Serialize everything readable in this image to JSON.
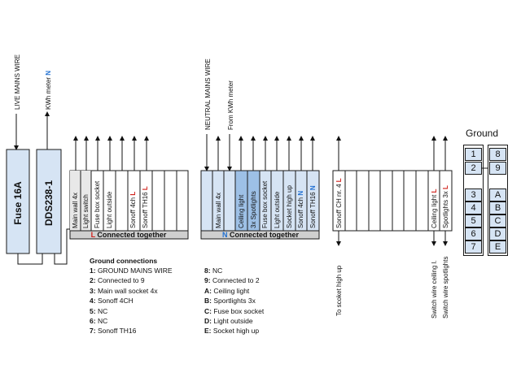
{
  "labels": {
    "live_mains": "LIVE MAINS WIRE",
    "kwh_meter": "KWh meter",
    "kwh_meter_n": "N",
    "neutral_mains": "NEUTRAL MAINS WIRE",
    "from_kwh": "From KWh meter",
    "fuse": "Fuse 16A",
    "dds": "DDS238-1"
  },
  "block1": {
    "terminals": [
      {
        "text": "Main wall 4x"
      },
      {
        "text": "Light switch"
      },
      {
        "text": "Fuse box socket"
      },
      {
        "text": "Light outside"
      },
      {
        "text": "Sonoff 4ch",
        "mark": "L"
      },
      {
        "text": "Sonoff TH16",
        "mark": "L"
      }
    ],
    "footer_mark": "L",
    "footer_text": "Connected together"
  },
  "block2": {
    "terminals": [
      {
        "text": "Main wall 4x"
      },
      {
        "text": ""
      },
      {
        "text": "Ceiling light"
      },
      {
        "text": "3x Spotlights"
      },
      {
        "text": "Fuse box socket"
      },
      {
        "text": "Light outside"
      },
      {
        "text": "Socket high up"
      },
      {
        "text": "Sonoff 4ch",
        "mark": "N"
      },
      {
        "text": "Sonoff TH16",
        "mark": "N"
      }
    ],
    "footer_mark": "N",
    "footer_text": "Connected together"
  },
  "block3": {
    "top_label": "Sonoff CH nr. 4",
    "top_mark": "L",
    "ceiling_label": "Ceiling light",
    "ceiling_mark": "L",
    "spot_label": "Spotlights 3x",
    "spot_mark": "L",
    "bottom_left": "To scoket high up",
    "bottom_mid": "Switch wire ceiling l.",
    "bottom_right": "Switch wire spotlights"
  },
  "ground_connections": {
    "title": "Ground connections",
    "left": [
      {
        "key": "1",
        "text": "GROUND MAINS WIRE"
      },
      {
        "key": "2",
        "text": "Connected to 9"
      },
      {
        "key": "3",
        "text": "Main wall socket 4x"
      },
      {
        "key": "4",
        "text": "Sonoff 4CH"
      },
      {
        "key": "5",
        "text": "NC"
      },
      {
        "key": "6",
        "text": "NC"
      },
      {
        "key": "7",
        "text": "Sonoff TH16"
      }
    ],
    "right": [
      {
        "key": "8",
        "text": "NC"
      },
      {
        "key": "9",
        "text": "Connected to 2"
      },
      {
        "key": "A",
        "text": "Ceiling light"
      },
      {
        "key": "B",
        "text": "Sportlights 3x"
      },
      {
        "key": "C",
        "text": "Fuse box socket"
      },
      {
        "key": "D",
        "text": "Light outside"
      },
      {
        "key": "E",
        "text": "Socket high up"
      }
    ]
  },
  "ground": {
    "title": "Ground",
    "left": [
      "1",
      "2",
      "3",
      "4",
      "5",
      "6",
      "7"
    ],
    "right": [
      "8",
      "9",
      "A",
      "B",
      "C",
      "D",
      "E"
    ]
  }
}
